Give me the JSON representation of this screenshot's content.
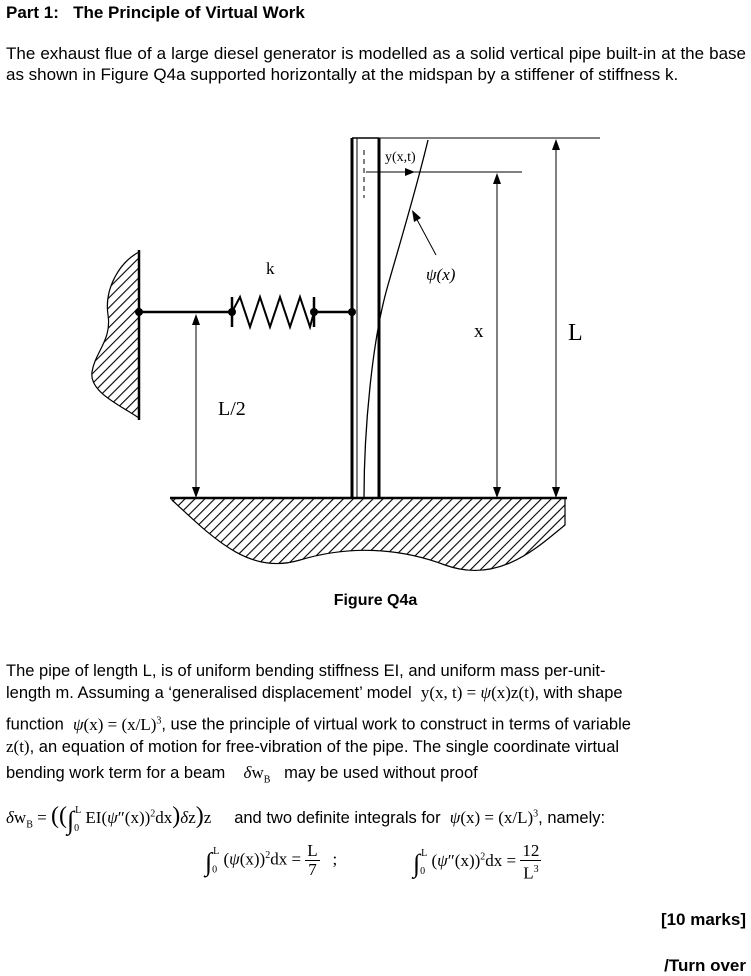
{
  "header": {
    "title": "Part 1:   The Principle of Virtual Work"
  },
  "intro": "The exhaust flue of a large diesel generator is modelled as a solid vertical pipe built-in at the base as shown in Figure Q4a supported horizontally at the midspan by a stiffener of stiffness k.",
  "figure": {
    "caption": "Figure Q4a",
    "labels": {
      "k": "k",
      "half": "L/2",
      "x": "x",
      "L": "L",
      "y": "y(x,t)",
      "psi": "ψ(x)"
    }
  },
  "body": {
    "line1": "The pipe of length L, is of uniform bending stiffness EI, and uniform mass per-unit-",
    "line2a": "length m. Assuming a ‘generalised displacement’ model",
    "line2b": ", with shape",
    "line3a": "function",
    "line3b": ", use the principle of virtual work to construct in terms of variable",
    "line4b": ", an equation of motion for free-vibration of the pipe. The single coordinate virtual",
    "line5a": "bending work term for a beam",
    "line5b": "may be used without proof",
    "line6b": "and two definite integrals for",
    "line6c": ", namely:"
  },
  "footer": {
    "marks": "[10 marks]",
    "turn_over": "/Turn over"
  }
}
